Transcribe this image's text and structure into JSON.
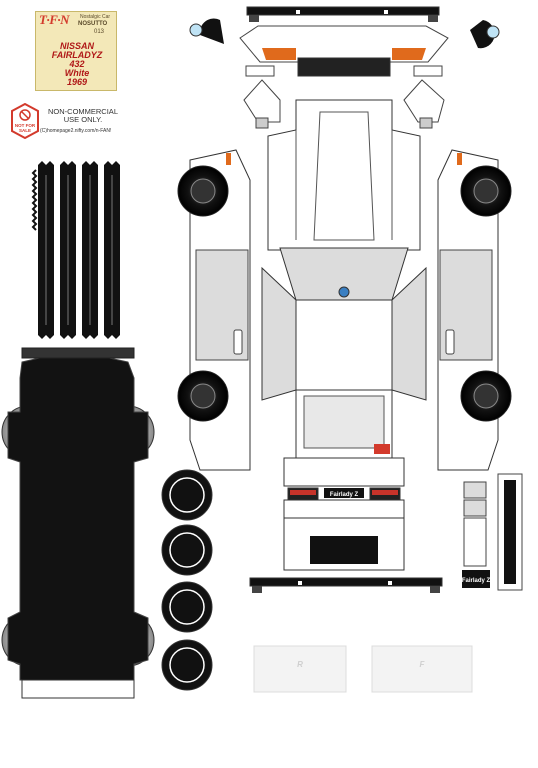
{
  "label": {
    "logo": "T·F·N",
    "series": "Nostalgic Car",
    "brand": "NOSUTTO",
    "number": "013",
    "lines": [
      "NISSAN",
      "FAIRLADYZ",
      "432",
      "White",
      "1969"
    ]
  },
  "notice": {
    "badge": "NOT FOR SALE",
    "line1": "NON-COMMERCIAL",
    "line2": "USE ONLY.",
    "credit": "(C)homepage2.nifty.com/n-FAN!"
  },
  "plates": {
    "rear": "Fairlady Z",
    "side": "Fairlady Z"
  },
  "wheel_tabs": {
    "left": "R",
    "right": "F"
  },
  "colors": {
    "body": "#ffffff",
    "outline": "#333333",
    "panel_gray": "#dcdcdc",
    "black": "#111111",
    "accent_orange": "#e06a1c",
    "accent_red": "#d33a2c",
    "label_bg": "#f3e8b8"
  }
}
